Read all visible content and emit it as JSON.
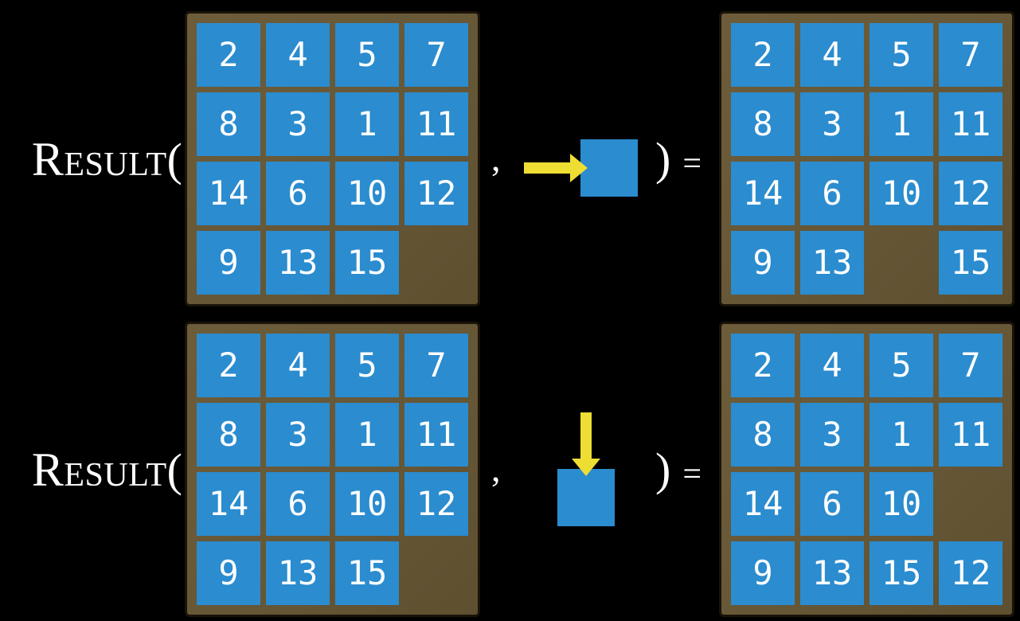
{
  "equation": {
    "function_name": "Result",
    "open_paren": "(",
    "comma": ",",
    "close_paren": ")",
    "equals": "="
  },
  "colors": {
    "background": "#000000",
    "board_frame": "#665837",
    "board_border": "#1a1309",
    "tile_blue": "#2b8ccf",
    "tile_number": "#ffffff",
    "arrow_yellow": "#eedd33",
    "text": "#ffffff"
  },
  "puzzle": {
    "type": "15-puzzle sliding-tile",
    "rows": [
      {
        "name": "move-right-example",
        "action": {
          "icon": "right-arrow-into-tile",
          "direction": "right"
        },
        "input_grid": [
          [
            "2",
            "4",
            "5",
            "7"
          ],
          [
            "8",
            "3",
            "1",
            "11"
          ],
          [
            "14",
            "6",
            "10",
            "12"
          ],
          [
            "9",
            "13",
            "15",
            null
          ]
        ],
        "output_grid": [
          [
            "2",
            "4",
            "5",
            "7"
          ],
          [
            "8",
            "3",
            "1",
            "11"
          ],
          [
            "14",
            "6",
            "10",
            "12"
          ],
          [
            "9",
            "13",
            null,
            "15"
          ]
        ]
      },
      {
        "name": "move-down-example",
        "action": {
          "icon": "down-arrow-into-tile",
          "direction": "down"
        },
        "input_grid": [
          [
            "2",
            "4",
            "5",
            "7"
          ],
          [
            "8",
            "3",
            "1",
            "11"
          ],
          [
            "14",
            "6",
            "10",
            "12"
          ],
          [
            "9",
            "13",
            "15",
            null
          ]
        ],
        "output_grid": [
          [
            "2",
            "4",
            "5",
            "7"
          ],
          [
            "8",
            "3",
            "1",
            "11"
          ],
          [
            "14",
            "6",
            "10",
            null
          ],
          [
            "9",
            "13",
            "15",
            "12"
          ]
        ]
      }
    ]
  }
}
